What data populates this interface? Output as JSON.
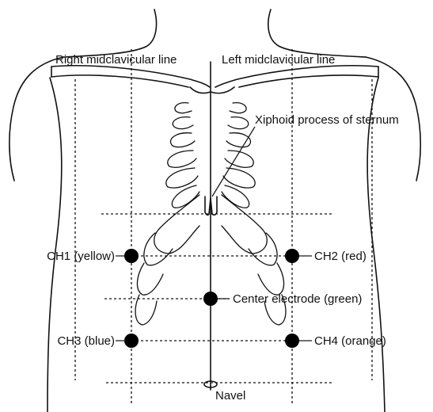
{
  "labels": {
    "right_midclavicular": "Right midclavicular line",
    "left_midclavicular": "Left midclavicular line",
    "xiphoid": "Xiphoid process of sternum",
    "ch1": "CH1 (yellow)",
    "ch2": "CH2 (red)",
    "center": "Center electrode (green)",
    "ch3": "CH3 (blue)",
    "ch4": "CH4 (orange)",
    "navel": "Navel"
  },
  "electrode_colors": {
    "ch1": "yellow",
    "ch2": "red",
    "center": "green",
    "ch3": "blue",
    "ch4": "orange"
  },
  "marker_color": "#000000"
}
